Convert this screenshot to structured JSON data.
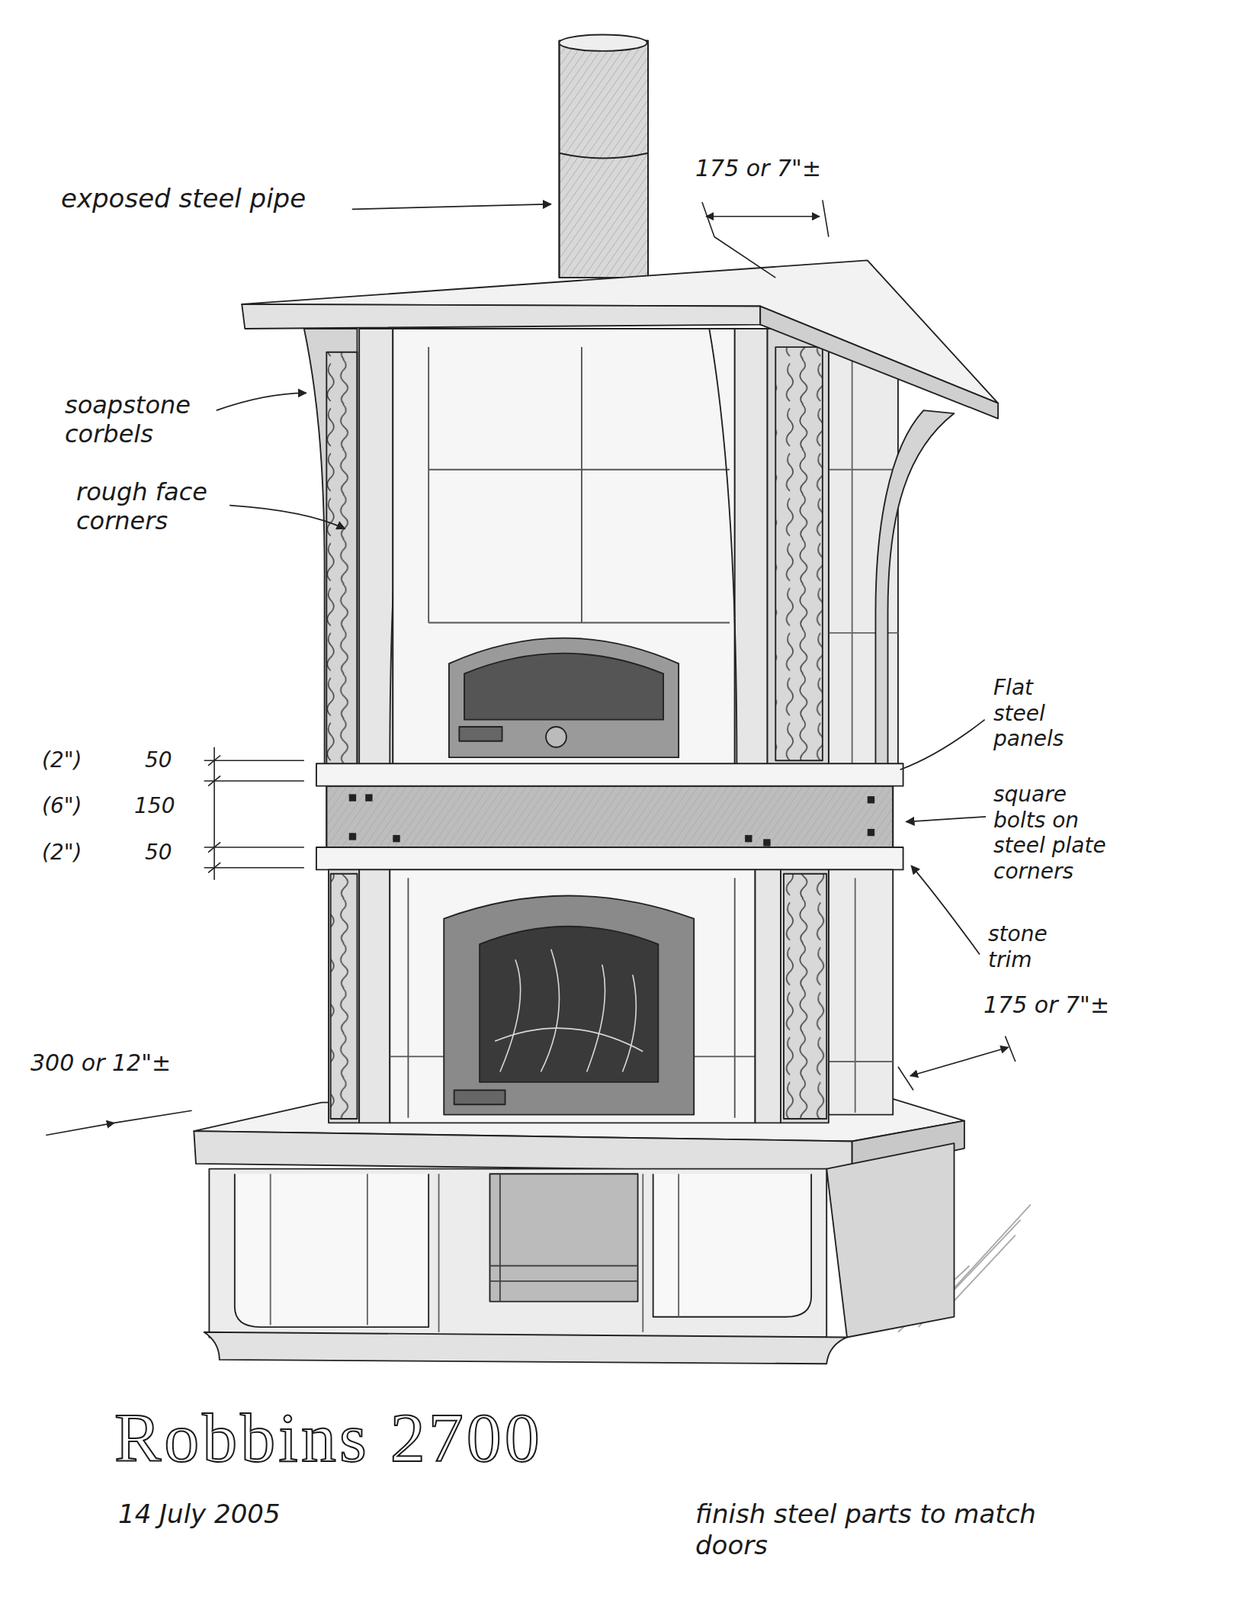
{
  "diagram": {
    "title": "Robbins 2700",
    "labels": [
      "exposed steel pipe",
      "175 or 7\"±",
      "soapstone corbels",
      "rough face corners",
      "Flat steel panels",
      "square bolts on steel plate corners",
      "stone trim",
      "(2\")",
      "50",
      "(6\")",
      "150",
      "(2\")",
      "50",
      "175 or 7\"±",
      "300 or 12\"±",
      "14 July 2005",
      "finish steel parts to match doors"
    ]
  }
}
